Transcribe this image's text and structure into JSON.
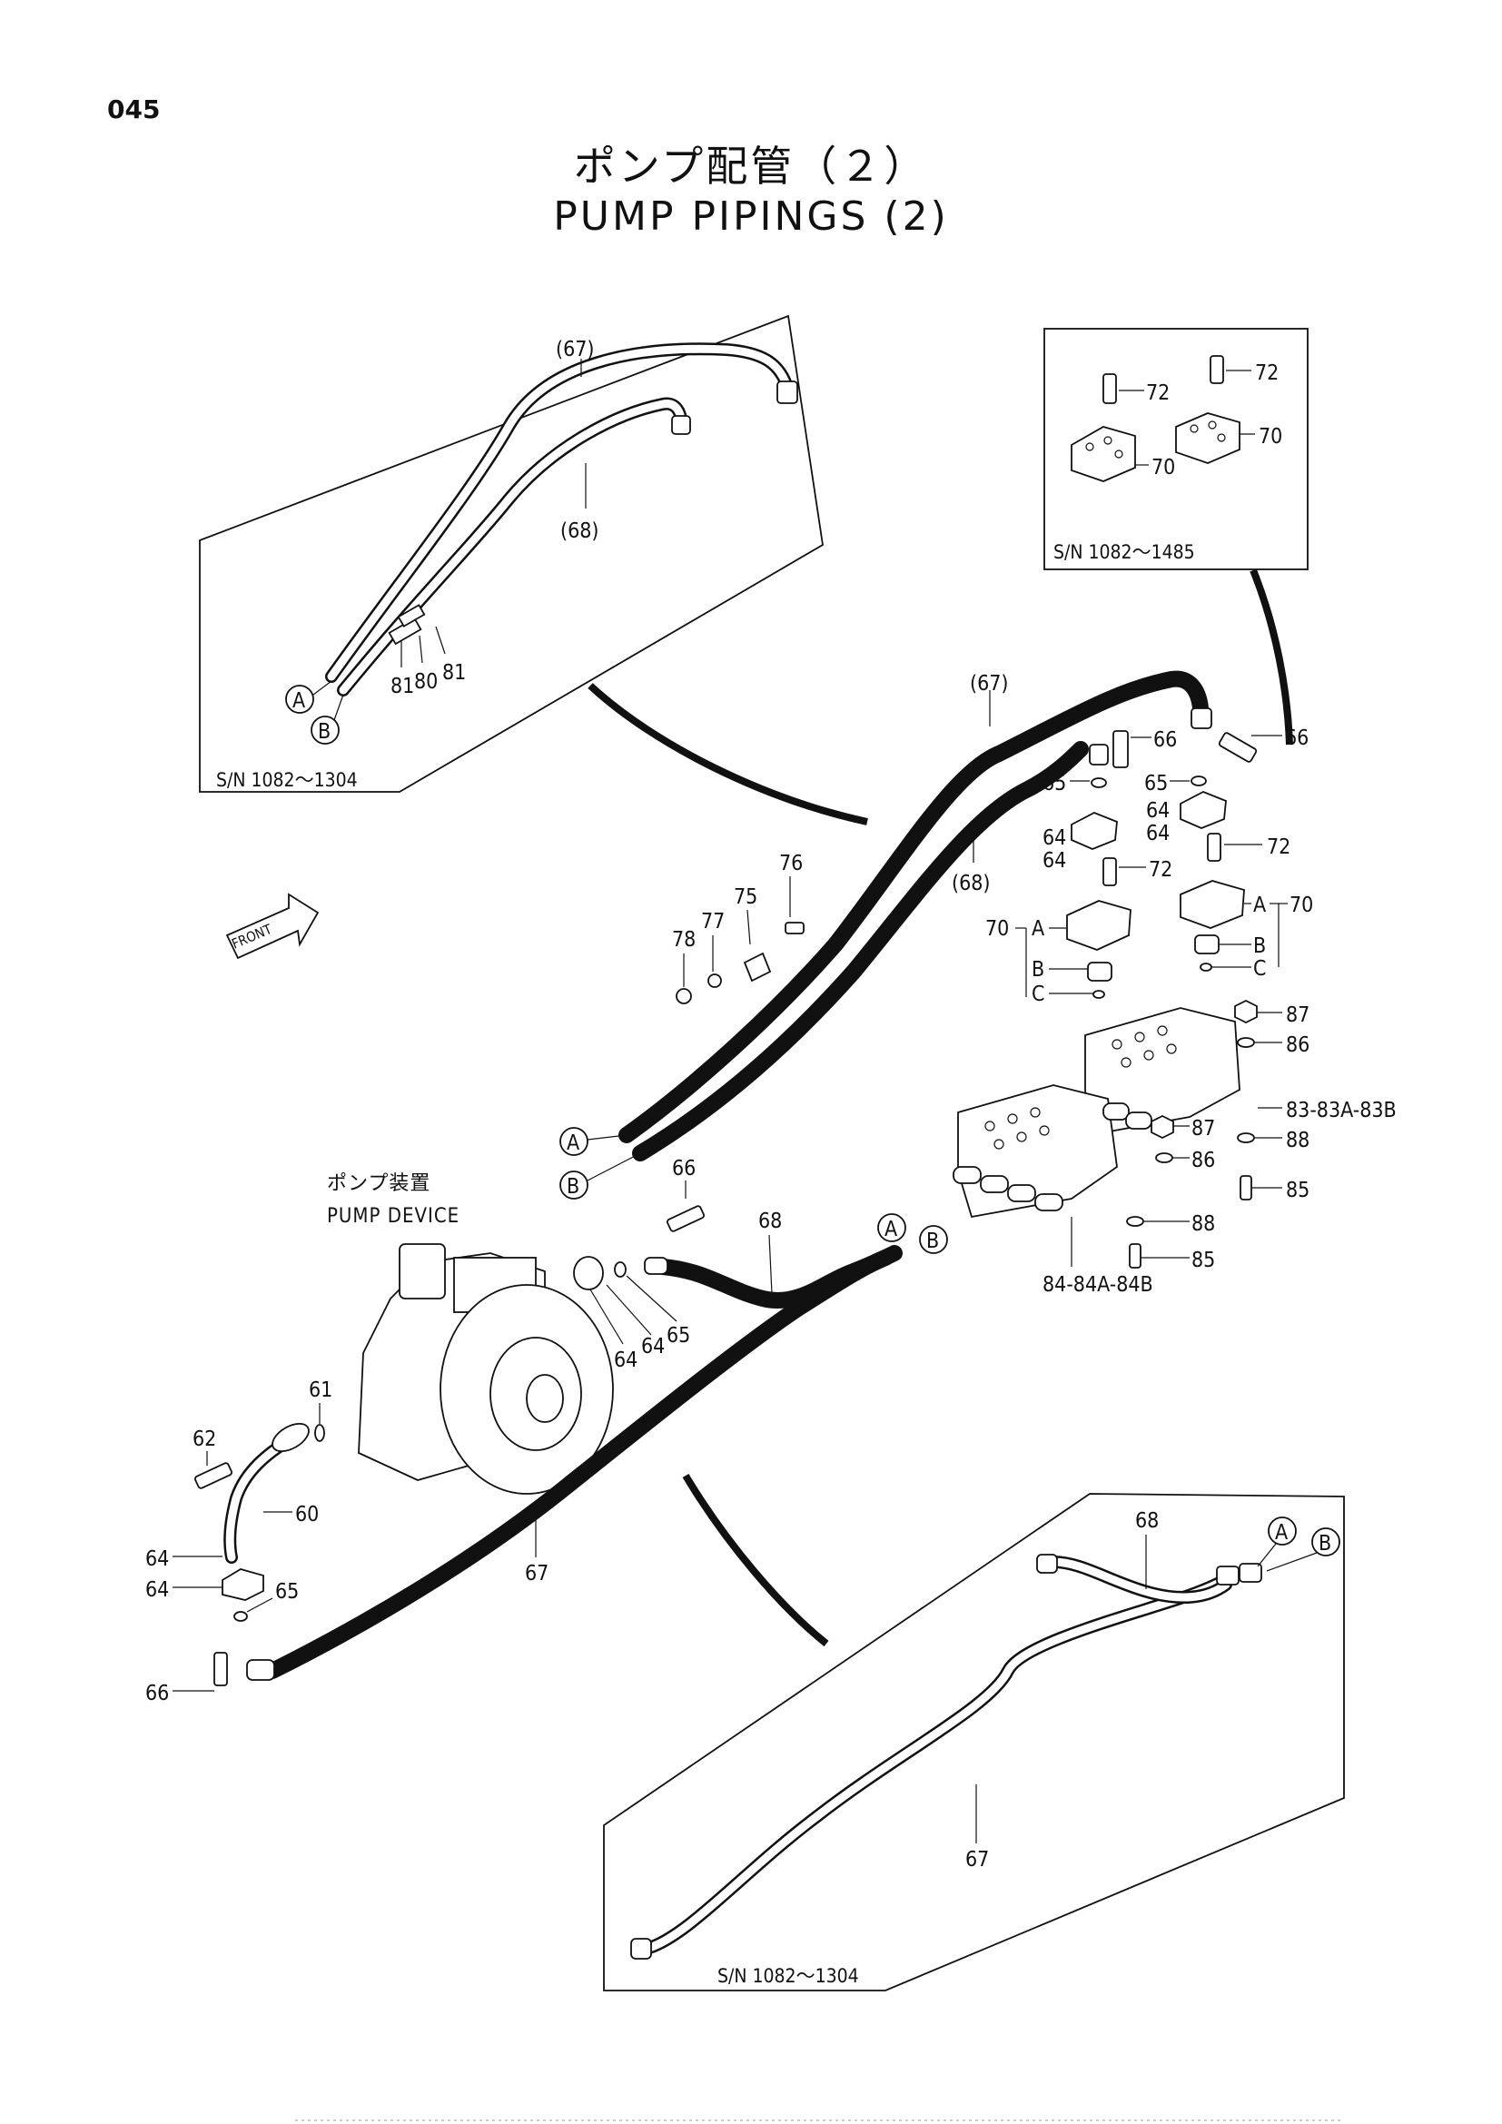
{
  "page_number": "045",
  "title": {
    "japanese": "ポンプ配管（２）",
    "english": "PUMP PIPINGS (2)"
  },
  "front_arrow_label": "FRONT",
  "pump_device_label": {
    "japanese": "ポンプ装置",
    "english": "PUMP DEVICE"
  },
  "detail_boxes": {
    "upper_left": {
      "serial_range": "S/N 1082～1304"
    },
    "upper_right": {
      "serial_range": "S/N 1082～1485"
    },
    "lower_right": {
      "serial_range": "S/N 1082～1304"
    }
  },
  "connector_marks": [
    "A",
    "B"
  ],
  "sub_labels": [
    "A",
    "B",
    "C"
  ],
  "part_labels": {
    "p60": "60",
    "p61": "61",
    "p62": "62",
    "p64": "64",
    "p65": "65",
    "p66": "66",
    "p67": "67",
    "p67p": "(67)",
    "p68": "68",
    "p68p": "(68)",
    "p70": "70",
    "p72": "72",
    "p75": "75",
    "p76": "76",
    "p77": "77",
    "p78": "78",
    "p80": "80",
    "p81": "81",
    "p83": "83-83A-83B",
    "p84": "84-84A-84B",
    "p85": "85",
    "p86": "86",
    "p87": "87",
    "p88": "88"
  }
}
